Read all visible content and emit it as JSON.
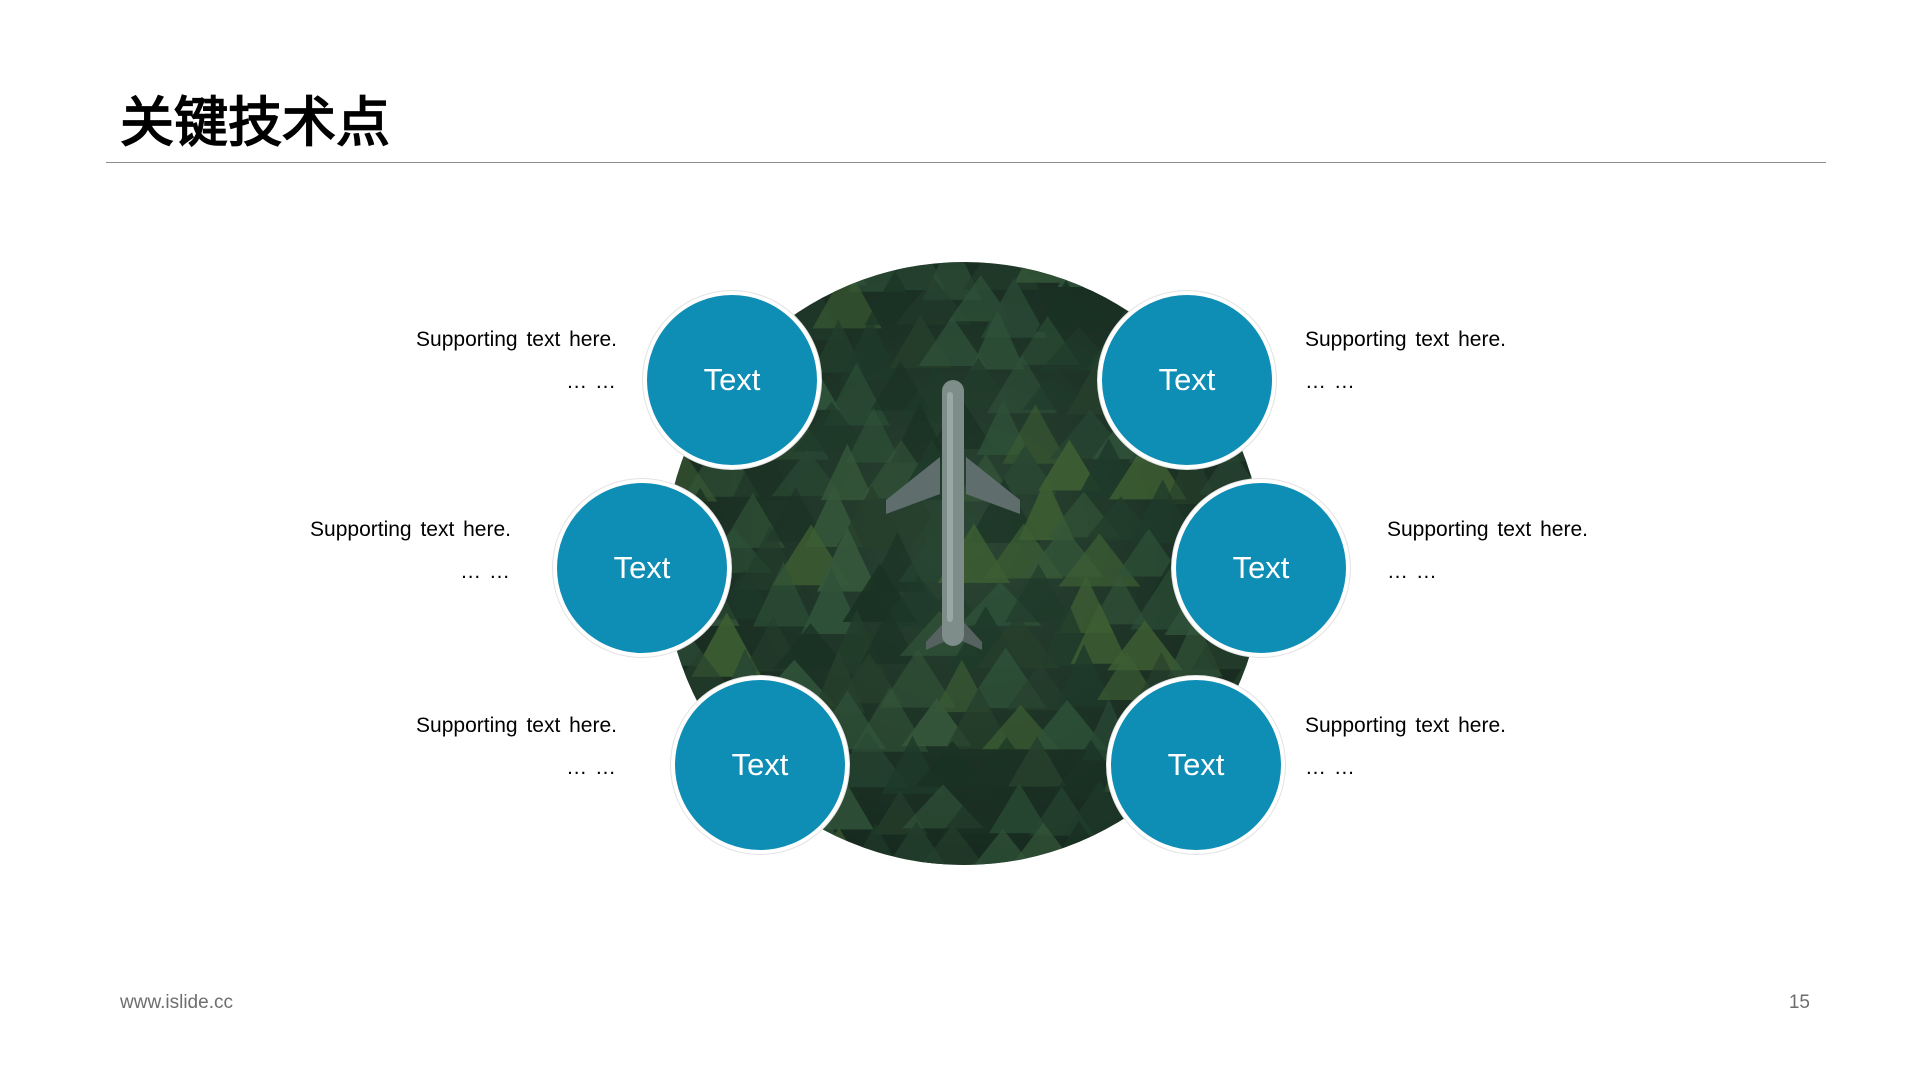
{
  "slide": {
    "title": "关键技术点",
    "nodes": [
      {
        "label": "Text",
        "support": "Supporting  text here.",
        "ellipsis": "… …"
      },
      {
        "label": "Text",
        "support": "Supporting  text here.",
        "ellipsis": "… …"
      },
      {
        "label": "Text",
        "support": "Supporting  text here.",
        "ellipsis": "… …"
      },
      {
        "label": "Text",
        "support": "Supporting  text here.",
        "ellipsis": "… …"
      },
      {
        "label": "Text",
        "support": "Supporting  text here.",
        "ellipsis": "… …"
      },
      {
        "label": "Text",
        "support": "Supporting  text here.",
        "ellipsis": "… …"
      }
    ],
    "hero_image": "forest-airplane-photo"
  },
  "footer": {
    "url": "www.islide.cc",
    "page_number": "15"
  },
  "colors": {
    "accent": "#0e8db5",
    "rule": "#8c8c8c",
    "footer_text": "#6e6e6e"
  }
}
